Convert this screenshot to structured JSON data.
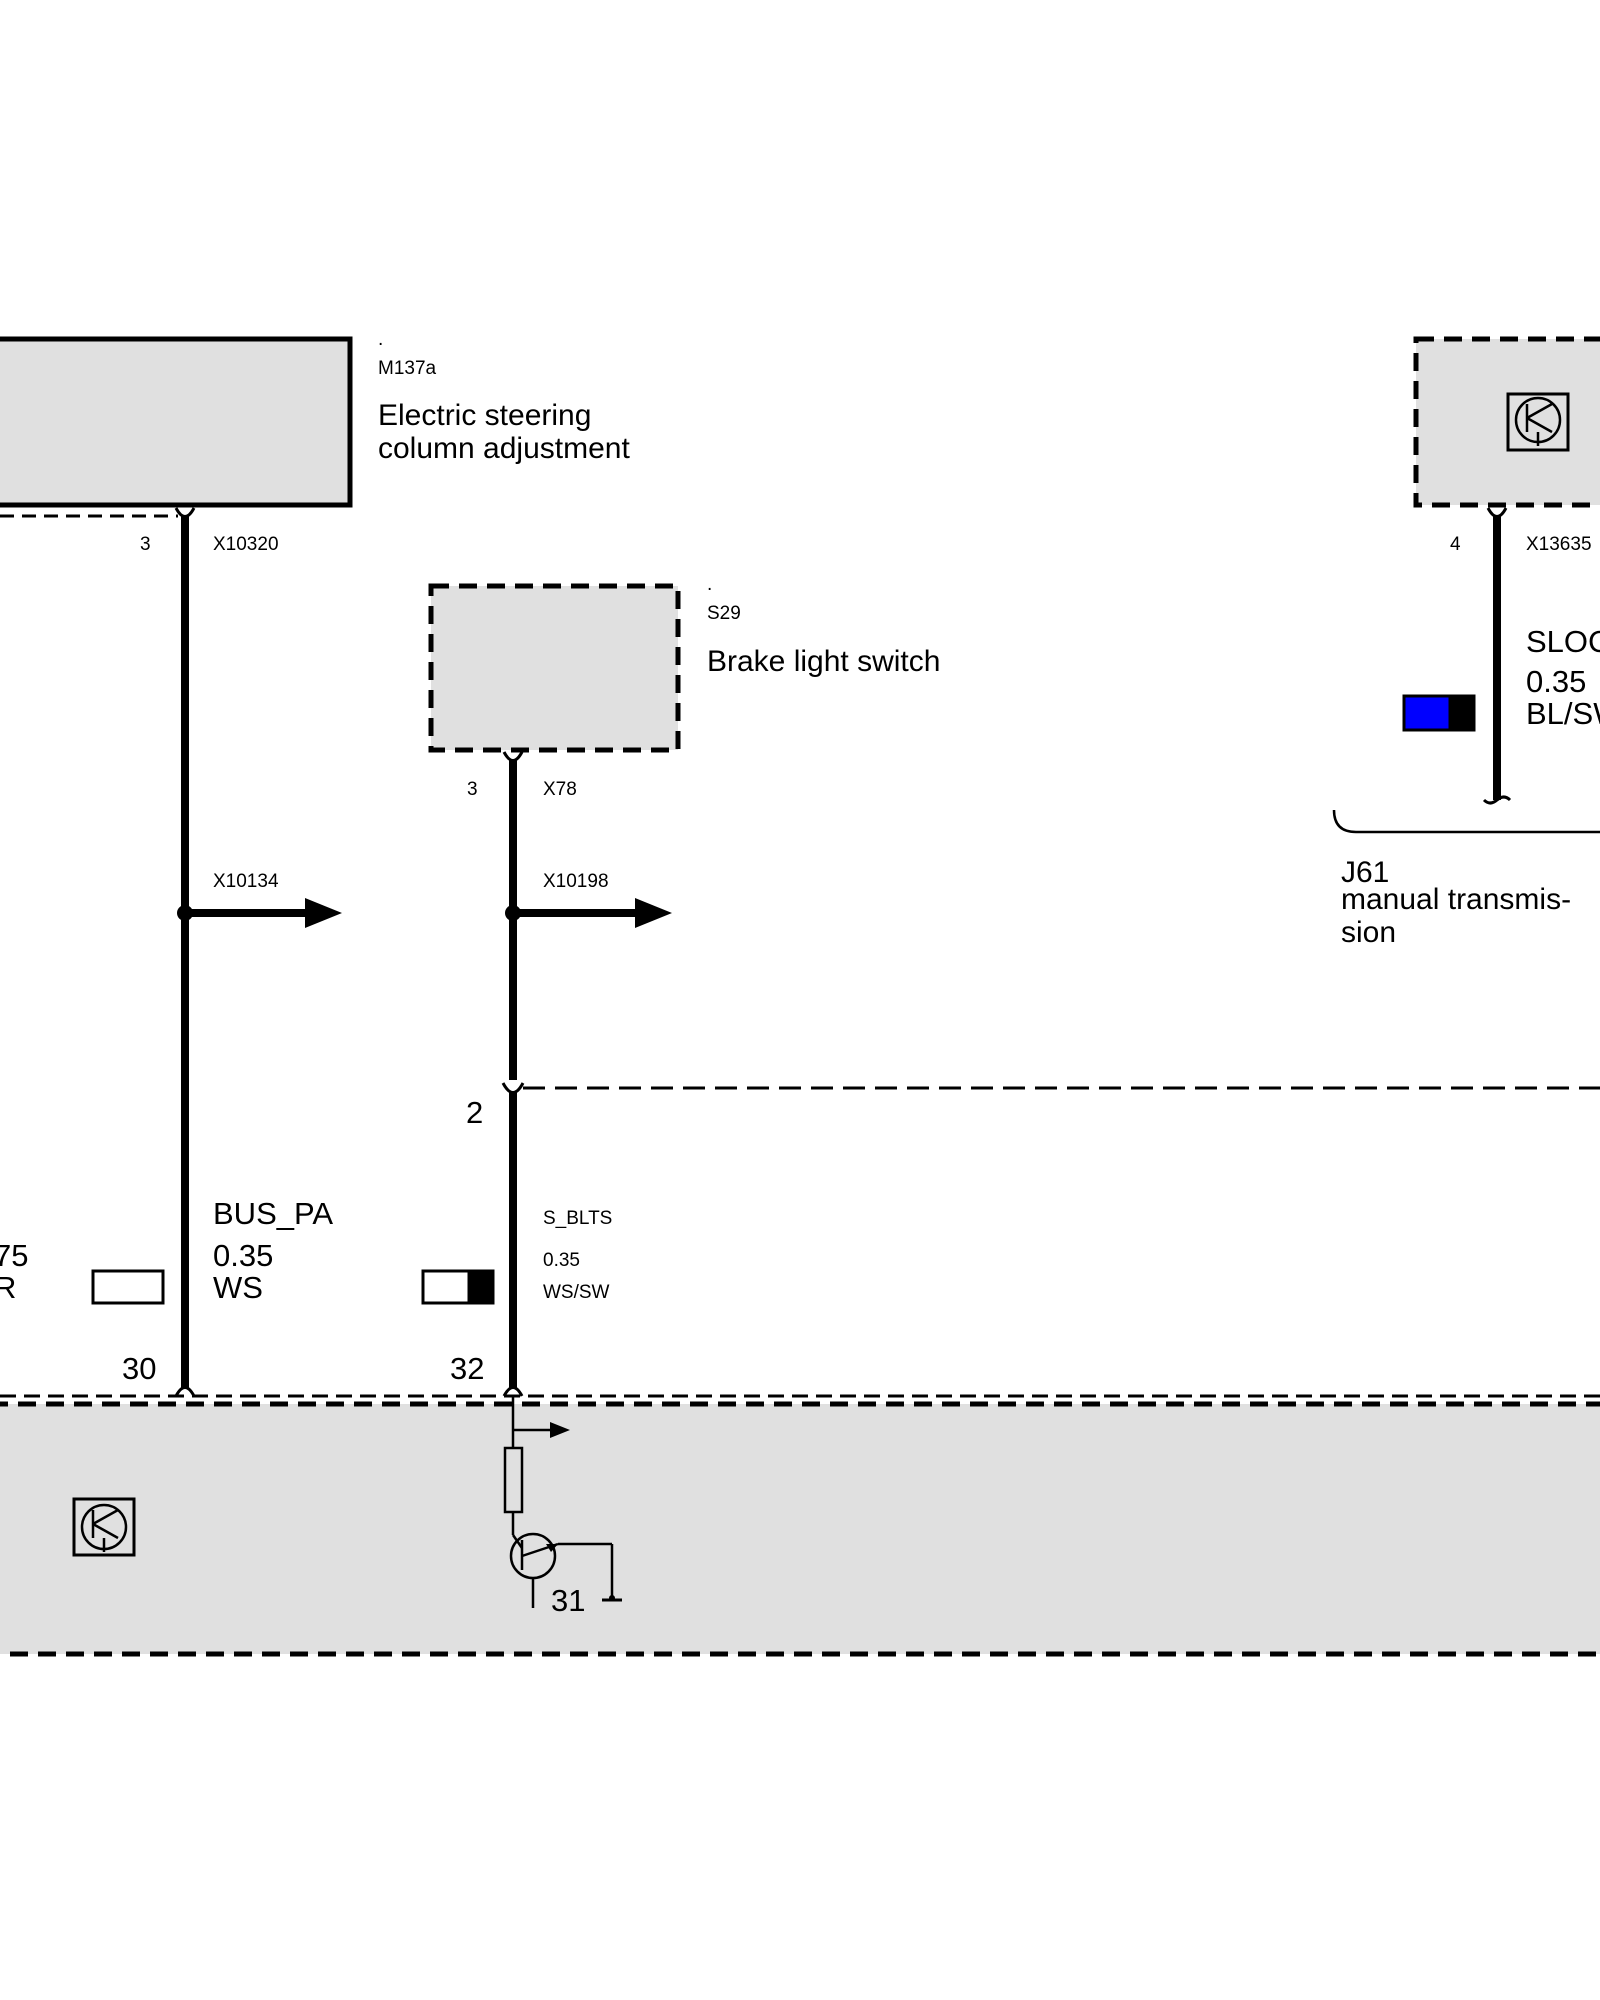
{
  "components": {
    "steering": {
      "dot": ".",
      "code": "M137a",
      "name_line1": "Electric steering",
      "name_line2": "column adjustment",
      "pin": "3",
      "connector": "X10320"
    },
    "brake_switch": {
      "dot": ".",
      "code": "S29",
      "name": "Brake light switch",
      "pin": "3",
      "connector": "X78"
    },
    "module_right": {
      "pin": "4",
      "connector": "X13635",
      "signal": "SLOC",
      "gauge": "0.35",
      "color": "BL/SW"
    },
    "transmission": {
      "code": "J61",
      "name_line1": "manual transmis-",
      "name_line2": "sion"
    },
    "control_unit": {
      "pin_ground": "31"
    }
  },
  "wires": {
    "bus_pa": {
      "splice": "X10134",
      "signal": "BUS_PA",
      "gauge": "0.35",
      "color": "WS",
      "pin": "30"
    },
    "s_blts": {
      "splice": "X10198",
      "connector_pin": "2",
      "signal": "S_BLTS",
      "gauge": "0.35",
      "color": "WS/SW",
      "pin": "32"
    },
    "left_cut": {
      "gauge_fragment": "75",
      "color_fragment": "R"
    }
  },
  "colors": {
    "module_fill": "#e0e0e0",
    "line": "#000000",
    "wire_blue": "#0000ff",
    "wire_white": "#ffffff",
    "wire_black": "#000000"
  }
}
